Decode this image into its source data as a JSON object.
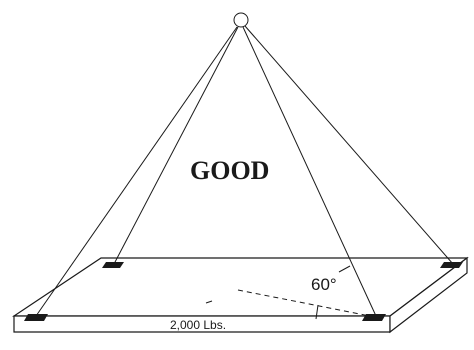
{
  "diagram": {
    "title": "GOOD",
    "angle_label": "60°",
    "load_label": "2,000 Lbs."
  },
  "colors": {
    "ink": "#1a1a1a",
    "background": "#ffffff"
  }
}
